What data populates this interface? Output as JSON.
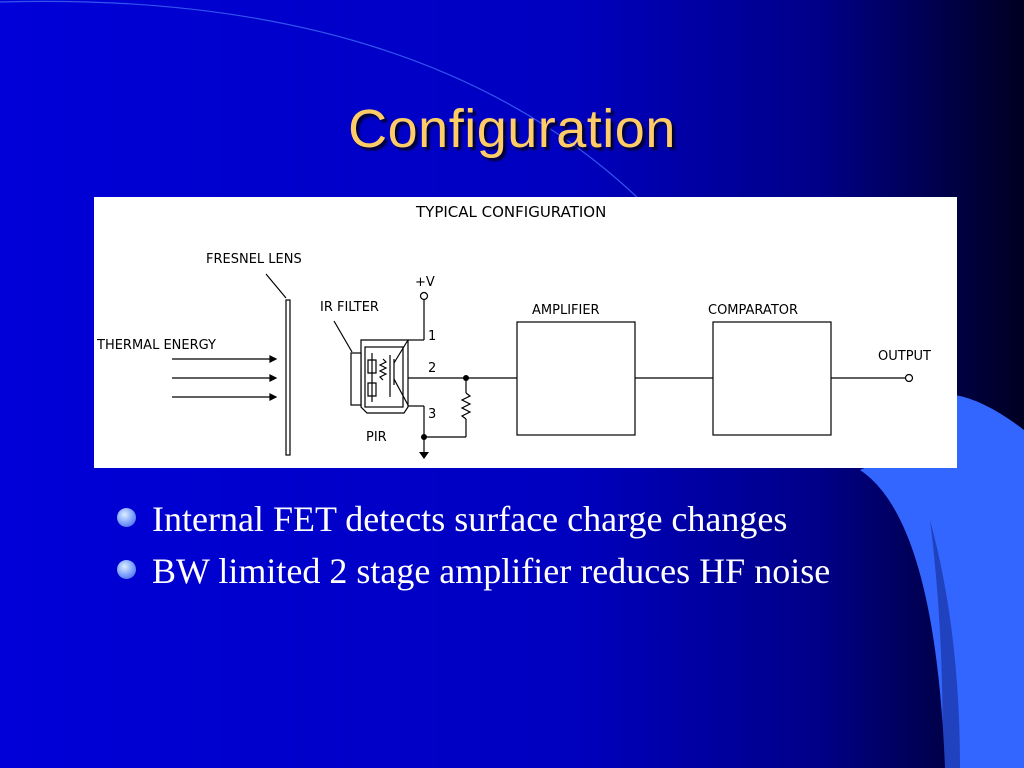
{
  "slide": {
    "title": "Configuration",
    "bullets": [
      "Internal FET detects surface charge changes",
      "BW limited 2 stage amplifier reduces HF noise"
    ]
  },
  "diagram": {
    "caption": "TYPICAL CONFIGURATION",
    "labels": {
      "fresnel_lens": "FRESNEL LENS",
      "thermal_energy": "THERMAL ENERGY",
      "ir_filter": "IR FILTER",
      "supply": "+V",
      "pin1": "1",
      "pin2": "2",
      "pin3": "3",
      "pir": "PIR",
      "amplifier": "AMPLIFIER",
      "comparator": "COMPARATOR",
      "output": "OUTPUT"
    }
  },
  "colors": {
    "background": "#0000cc",
    "title": "#ffcc66",
    "bullet_text": "#ffffff",
    "accent_shape": "#3366ff",
    "dark_edge": "#000033"
  }
}
